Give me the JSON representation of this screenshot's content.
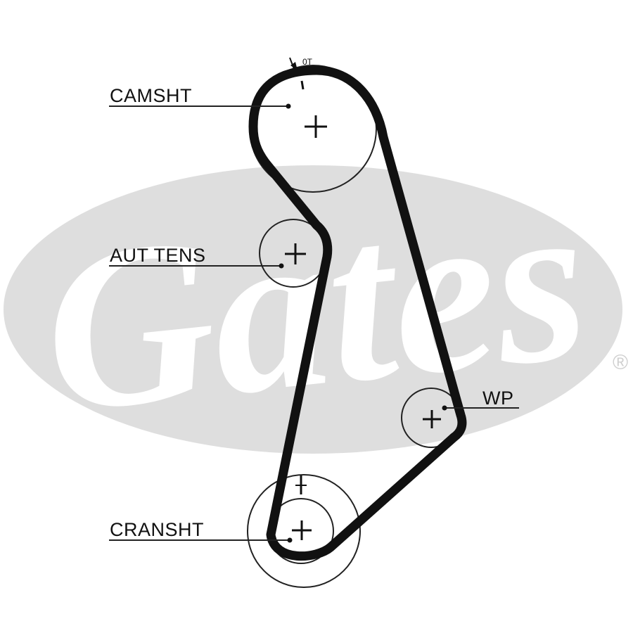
{
  "watermark": {
    "brand": "Gates",
    "registered_mark": "®",
    "color": "#dedede"
  },
  "diagram": {
    "belt_color": "#111111",
    "line_color": "#222222",
    "timing_mark": "0T",
    "components": [
      {
        "id": "camshaft",
        "label": "CAMSHT"
      },
      {
        "id": "auto-tensioner",
        "label": "AUT TENS"
      },
      {
        "id": "water-pump",
        "label": "WP"
      },
      {
        "id": "crankshaft",
        "label": "CRANSHT"
      }
    ]
  }
}
